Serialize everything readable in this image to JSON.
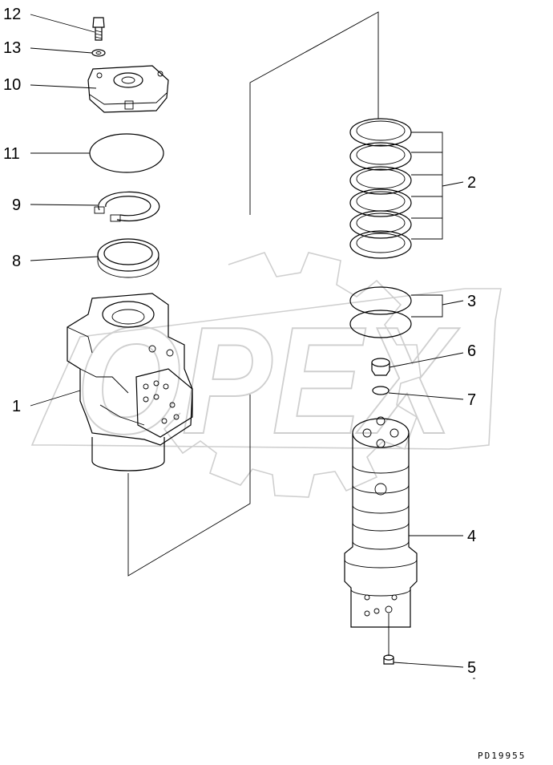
{
  "watermark": "OPEX",
  "drawing_code": "PD19955",
  "callouts": {
    "c12": "12",
    "c13": "13",
    "c10": "10",
    "c11": "11",
    "c9": "9",
    "c8": "8",
    "c1": "1",
    "c2": "2",
    "c3": "3",
    "c6": "6",
    "c7": "7",
    "c4": "4",
    "c5": "5"
  }
}
